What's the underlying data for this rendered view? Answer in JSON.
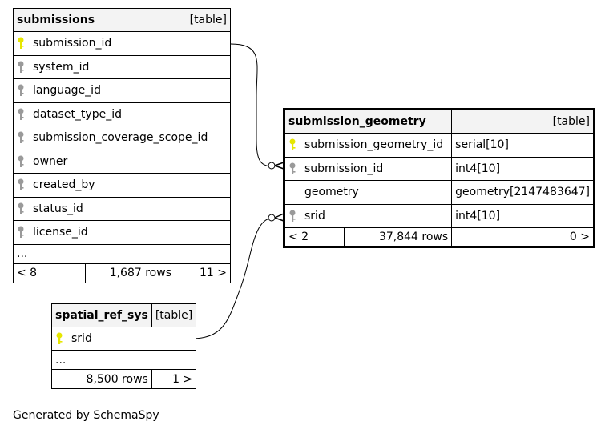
{
  "tables": {
    "submissions": {
      "name": "submissions",
      "type_label": "[table]",
      "columns": [
        {
          "name": "submission_id",
          "key": "primary"
        },
        {
          "name": "system_id",
          "key": "foreign"
        },
        {
          "name": "language_id",
          "key": "foreign"
        },
        {
          "name": "dataset_type_id",
          "key": "foreign"
        },
        {
          "name": "submission_coverage_scope_id",
          "key": "foreign"
        },
        {
          "name": "owner",
          "key": "foreign"
        },
        {
          "name": "created_by",
          "key": "foreign"
        },
        {
          "name": "status_id",
          "key": "foreign"
        },
        {
          "name": "license_id",
          "key": "foreign"
        }
      ],
      "ellipsis": "...",
      "footer": {
        "parents": "< 8",
        "rows": "1,687 rows",
        "children": "11 >"
      }
    },
    "submission_geometry": {
      "name": "submission_geometry",
      "type_label": "[table]",
      "columns": [
        {
          "name": "submission_geometry_id",
          "key": "primary",
          "type": "serial[10]"
        },
        {
          "name": "submission_id",
          "key": "foreign",
          "type": "int4[10]"
        },
        {
          "name": "geometry",
          "key": "none",
          "type": "geometry[2147483647]"
        },
        {
          "name": "srid",
          "key": "foreign",
          "type": "int4[10]"
        }
      ],
      "footer": {
        "parents": "< 2",
        "rows": "37,844 rows",
        "children": "0 >"
      }
    },
    "spatial_ref_sys": {
      "name": "spatial_ref_sys",
      "type_label": "[table]",
      "columns": [
        {
          "name": "srid",
          "key": "primary"
        }
      ],
      "ellipsis": "...",
      "footer": {
        "parents": "",
        "rows": "8,500 rows",
        "children": "1 >"
      }
    }
  },
  "colors": {
    "primary_key": "#e6e600",
    "foreign_key": "#9a9a9a",
    "header_bg": "#f3f3f3"
  },
  "footer_note": "Generated by SchemaSpy"
}
